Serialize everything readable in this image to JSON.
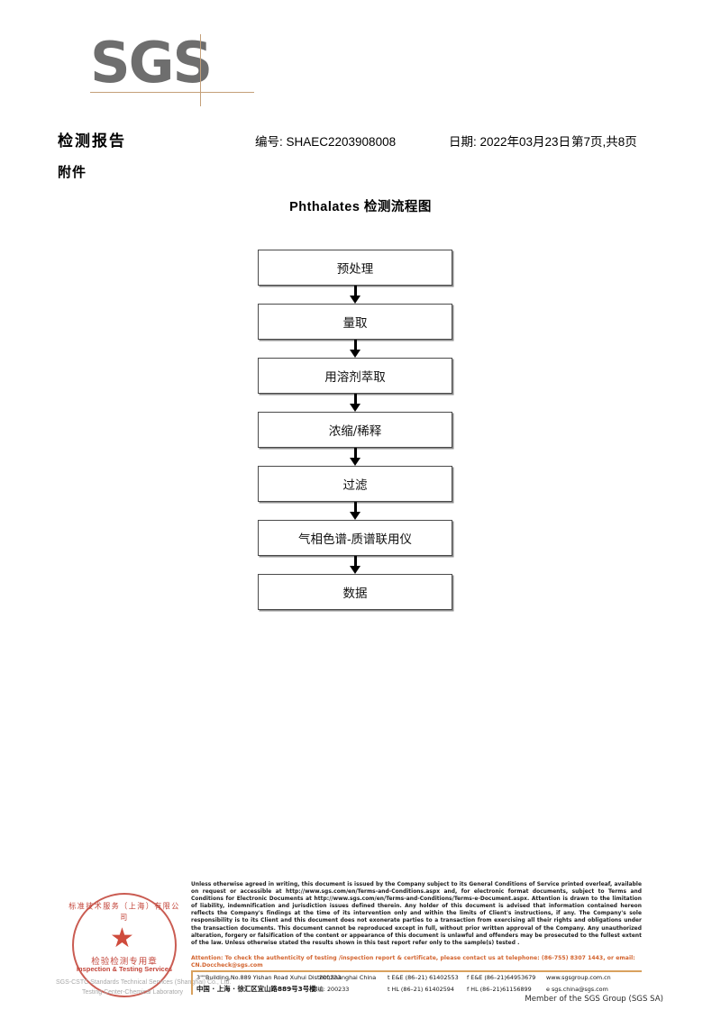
{
  "logo": {
    "brand": "SGS"
  },
  "header": {
    "title": "检测报告",
    "report_no": "编号: SHAEC2203908008",
    "date": "日期: 2022年03月23日",
    "page": "第7页,共8页",
    "attachment": "附件"
  },
  "flowchart": {
    "title": "Phthalates 检测流程图",
    "steps": [
      {
        "label": "预处理"
      },
      {
        "label": "量取"
      },
      {
        "label": "用溶剂萃取"
      },
      {
        "label": "浓缩/稀释"
      },
      {
        "label": "过滤"
      },
      {
        "label": "气相色谱-质谱联用仪"
      },
      {
        "label": "数据"
      }
    ]
  },
  "seal": {
    "arc_top": "标准技术服务（上海）有限公司",
    "cn_text": "检验检测专用章",
    "en_text": "Inspection & Testing Services",
    "star": "★",
    "company_line1": "SGS-CSTC Standards Technical Services (Shanghai) Co., Ltd.",
    "company_line2": "Testing Center-Chemical Laboratory"
  },
  "footer": {
    "legal": "Unless otherwise agreed in writing, this document is issued by the Company subject to its General Conditions of Service printed overleaf, available on request or accessible at http://www.sgs.com/en/Terms-and-Conditions.aspx and, for electronic format documents, subject to Terms and Conditions for Electronic Documents at http://www.sgs.com/en/Terms-and-Conditions/Terms-e-Document.aspx. Attention is drawn to the limitation of liability, indemnification and jurisdiction issues defined therein. Any holder of this document is advised that information contained hereon reflects the Company's findings at the time of its intervention only and within the limits of Client's instructions, if any. The Company's sole responsibility is to its Client and this document does not exonerate parties to a transaction from exercising all their rights and obligations under the transaction documents. This document cannot be reproduced except in full, without prior written approval of the Company. Any unauthorized alteration, forgery or falsification of the content or appearance of this document is unlawful and offenders may be prosecuted to the fullest extent of the law. Unless otherwise stated the results shown in this test report refer only to the sample(s) tested .",
    "attention": "Attention: To check the authenticity of testing /inspection report & certificate, please contact us at telephone: (86-755) 8307 1443, or email: CN.Doccheck@sgs.com",
    "address_en": "3\"\"Building,No.889 Yishan Road Xuhui District,Shanghai China",
    "zip_en": "200233",
    "tel_en": "t E&E (86–21) 61402553",
    "fax_en": "f E&E (86–21)64953679",
    "web": "www.sgsgroup.com.cn",
    "address_cn": "中国 · 上海 · 徐汇区宜山路889号3号楼",
    "zip_cn": "邮编: 200233",
    "tel_cn": "t HL (86–21) 61402594",
    "fax_cn": "f HL (86–21)61156899",
    "email": "e  sgs.china@sgs.com",
    "member": "Member of the SGS Group (SGS SA)"
  }
}
